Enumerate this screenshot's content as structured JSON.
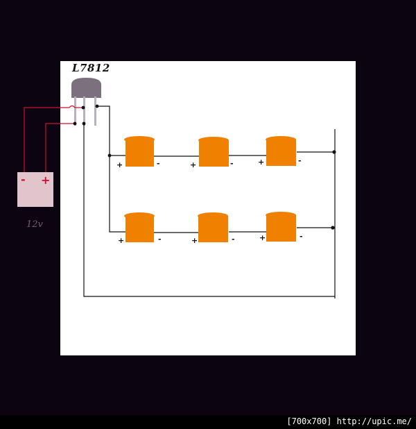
{
  "regulator": {
    "label": "L7812"
  },
  "battery": {
    "label": "12v",
    "neg_symbol": "-",
    "pos_symbol": "+"
  },
  "led_symbols": {
    "plus": "+",
    "minus": "-"
  },
  "footer": {
    "text": "[700x700] http://upic.me/"
  },
  "colors": {
    "panel": "#ffffff",
    "wire": "#111111",
    "lead_wire": "#cc1133",
    "led": "#f08000",
    "battery": "#e0c6cc",
    "regulator": "#7c707e"
  }
}
